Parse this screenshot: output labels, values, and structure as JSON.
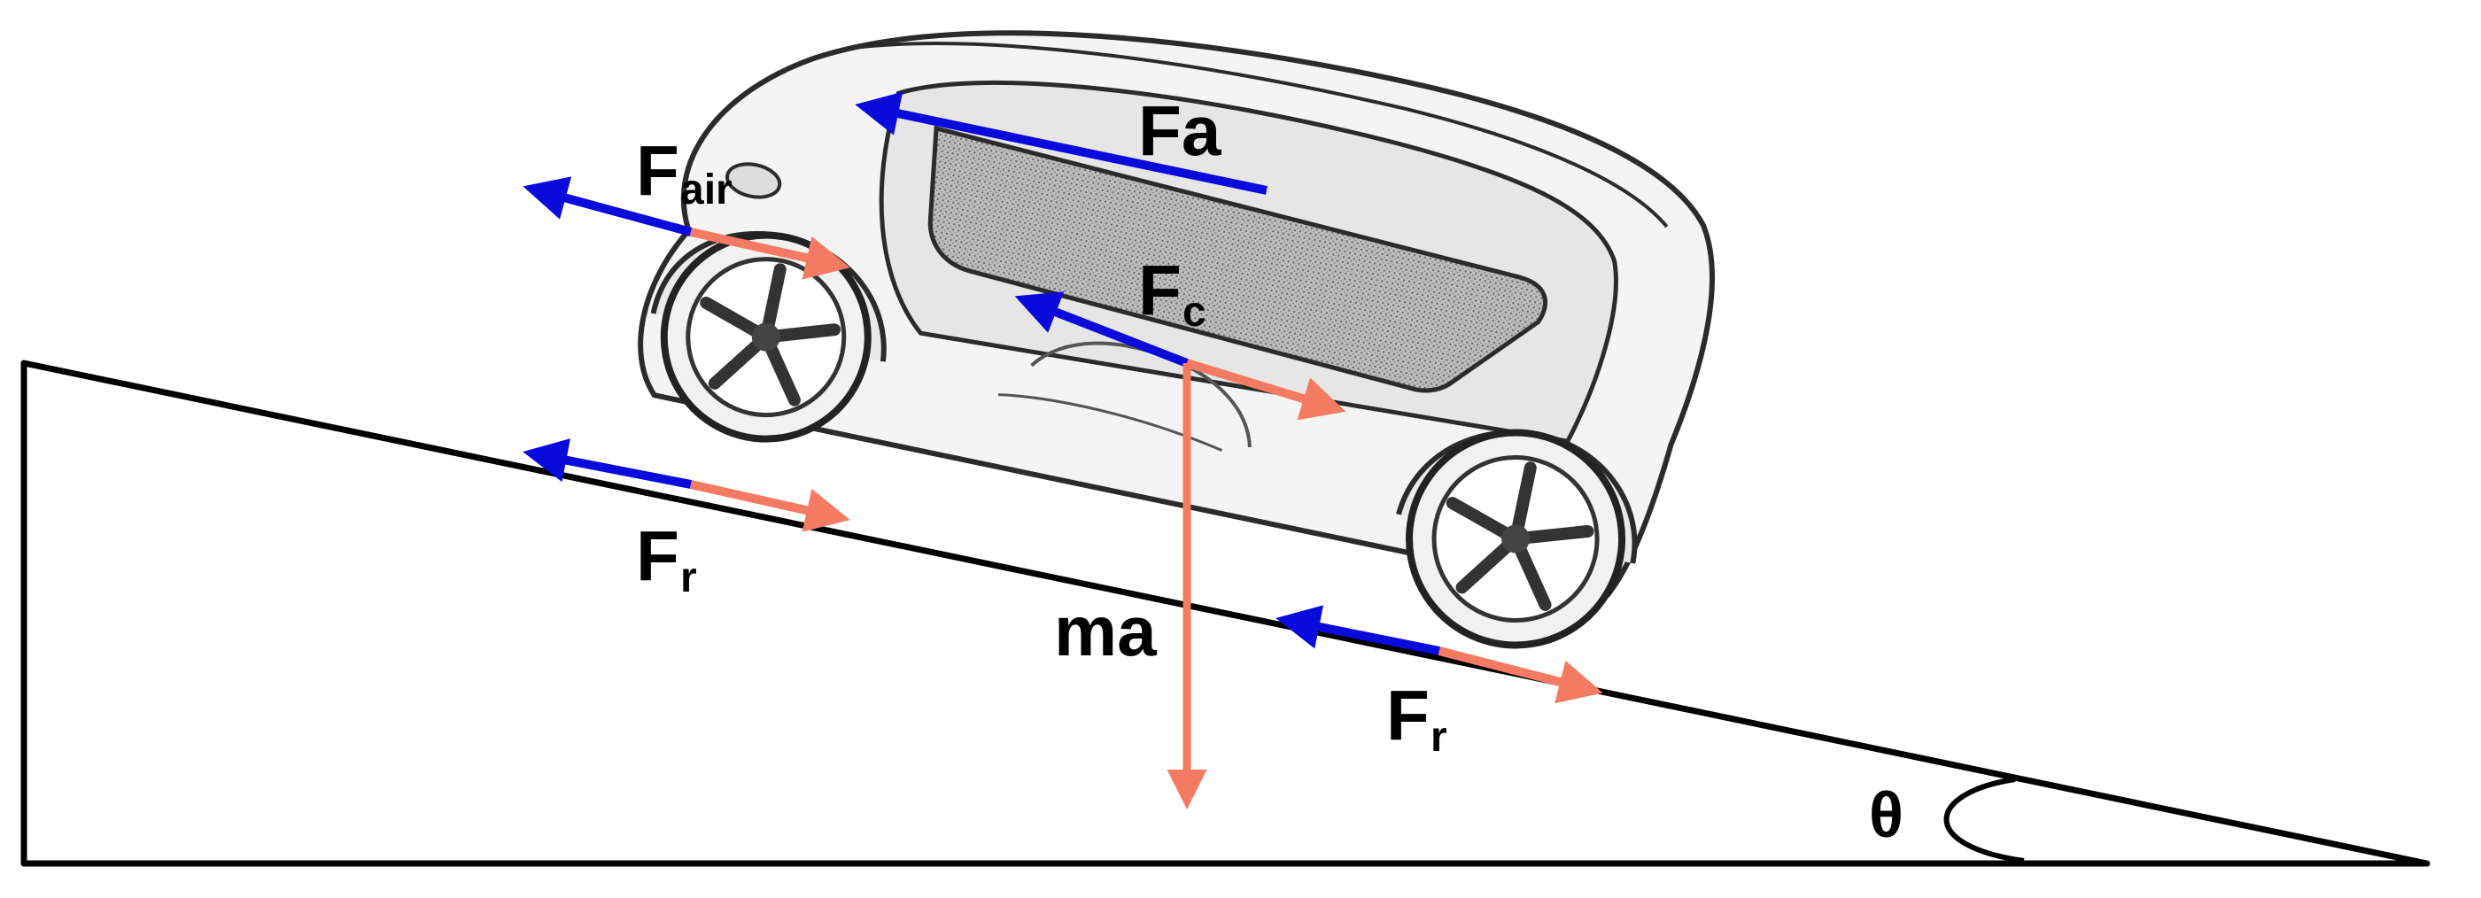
{
  "labels": {
    "fa": "Fa",
    "fair_main": "F",
    "fair_sub": "air",
    "fc_main": "F",
    "fc_sub": "c",
    "ma": "ma",
    "fr_left_main": "F",
    "fr_left_sub": "r",
    "fr_right_main": "F",
    "fr_right_sub": "r",
    "theta": "θ"
  },
  "colors": {
    "blue": "#0a0adc",
    "salmon": "#f47b62",
    "line": "#000000",
    "car_stroke": "#2b2b2b",
    "car_fill": "#f4f4f4",
    "window_fill": "#e6e6e6",
    "door_panel": "#9a9a9a"
  }
}
